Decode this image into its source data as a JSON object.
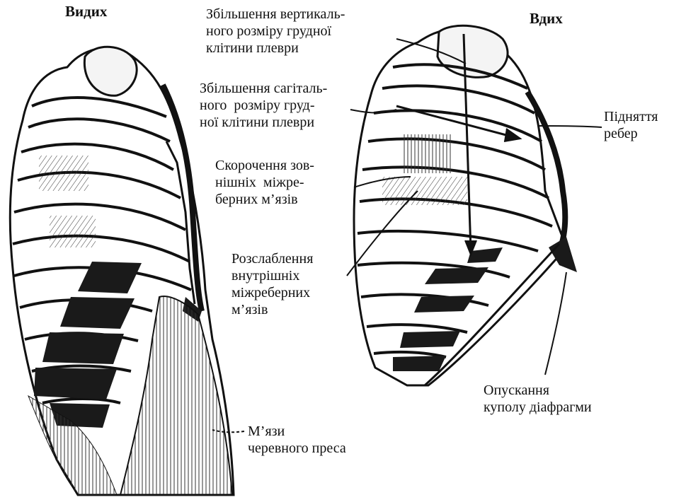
{
  "titles": {
    "exhale": "Видих",
    "inhale": "Вдих"
  },
  "labels": {
    "vertical_increase": "Збільшення вертикаль-\nного розміру грудної\nклітини плеври",
    "sagittal_increase": "Збільшення сагіталь-\nного  розміру груд-\nної клітини плеври",
    "external_contraction": "Скорочення зов-\nнішніх  міжре-\nберних м’язів",
    "internal_relaxation": "Розслаблення\nвнутрішніх\nміжреберних\nм’язів",
    "ribs_rise": "Підняття\nребер",
    "diaphragm_descent": "Опускання\nкуполу діафрагми",
    "abdominal_muscles": "М’язи\nчеревного преса"
  },
  "colors": {
    "ink": "#111111",
    "paper": "#ffffff",
    "muscle": "#1a1a1a"
  }
}
